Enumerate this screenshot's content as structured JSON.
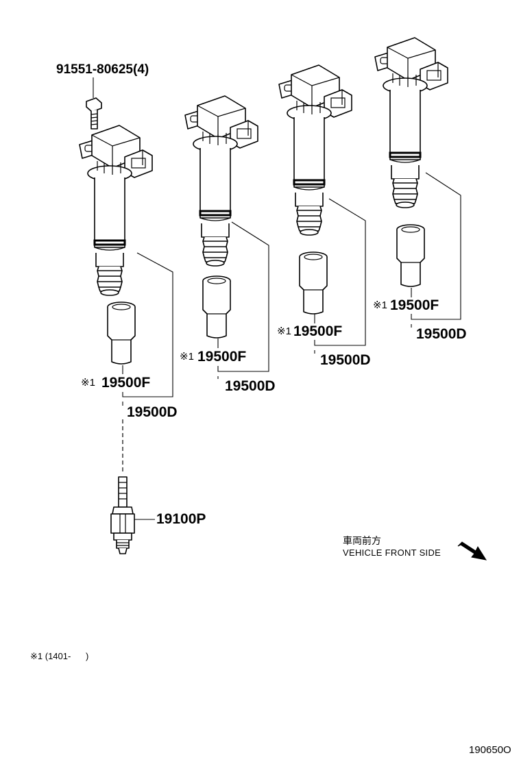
{
  "labels": {
    "bolt": "91551-80625(4)",
    "coil_assembly": "19500D",
    "coil_boot": "19500F",
    "boot_mark": "※1",
    "spark_plug": "19100P",
    "footnote": "※1 (1401-      )",
    "direction_jp": "車両前方",
    "direction_en": "VEHICLE FRONT SIDE",
    "diagram_number": "190650O"
  }
}
